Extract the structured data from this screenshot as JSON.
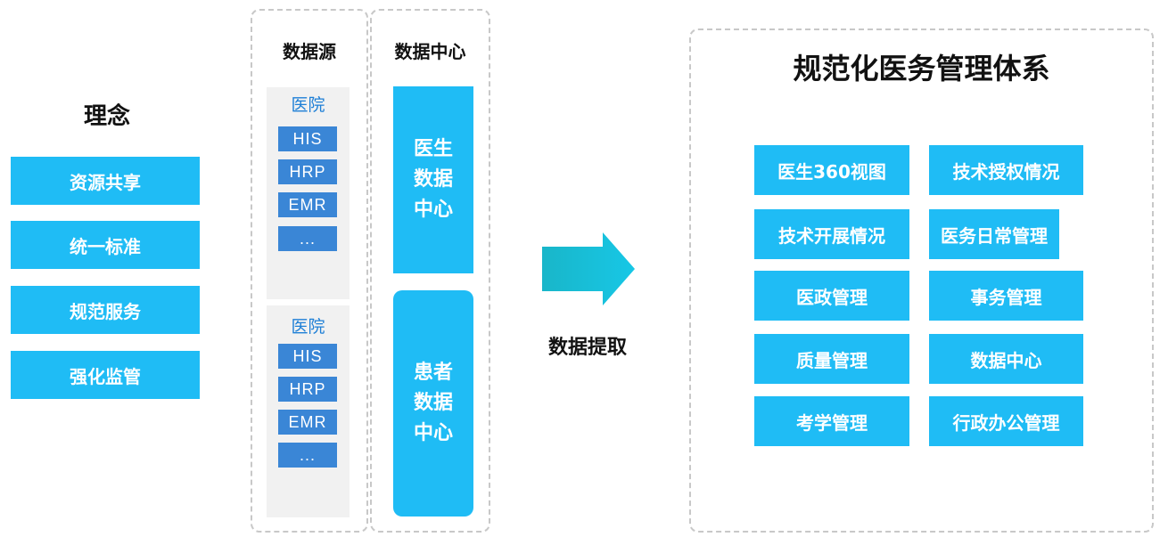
{
  "concept": {
    "title": "理念",
    "items": [
      "资源共享",
      "统一标准",
      "规范服务",
      "强化监管"
    ]
  },
  "data_source": {
    "header": "数据源",
    "groups": [
      {
        "label": "医院",
        "systems": [
          "HIS",
          "HRP",
          "EMR",
          "..."
        ]
      },
      {
        "label": "医院",
        "systems": [
          "HIS",
          "HRP",
          "EMR",
          "..."
        ]
      }
    ]
  },
  "data_center": {
    "header": "数据中心",
    "boxes": [
      {
        "lines": [
          "医生",
          "数据",
          "中心"
        ]
      },
      {
        "lines": [
          "患者",
          "数据",
          "中心"
        ]
      }
    ]
  },
  "arrow": {
    "label": "数据提取",
    "color": "#1bb8cf"
  },
  "system": {
    "title": "规范化医务管理体系",
    "items": [
      "医生360视图",
      "技术授权情况",
      "技术开展情况",
      "医务日常管理",
      "医政管理",
      "事务管理",
      "质量管理",
      "数据中心",
      "考学管理",
      "行政办公管理"
    ]
  },
  "colors": {
    "accent": "#1fbcf5",
    "system_button": "#3a86d6",
    "hospital_label": "#1e7fd6",
    "panel_border": "#c8c8c8"
  }
}
